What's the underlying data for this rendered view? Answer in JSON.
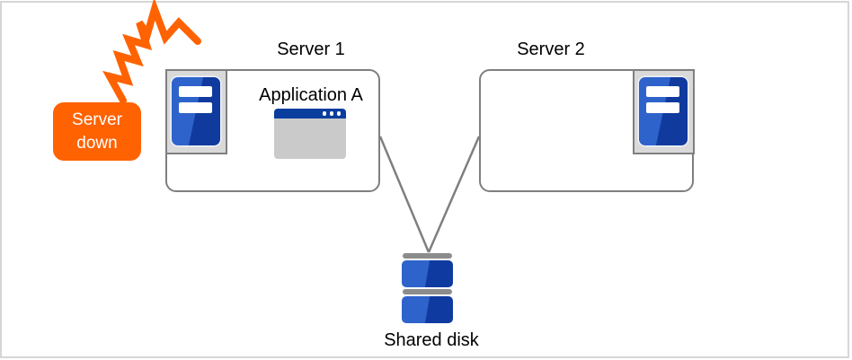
{
  "diagram": {
    "type": "cluster-failover-diagram",
    "alert": {
      "label": "Server down",
      "fill_color": "#ff6200",
      "text_color": "#ffffff"
    },
    "server1": {
      "label": "Server 1",
      "application_label": "Application A"
    },
    "server2": {
      "label": "Server 2"
    },
    "shared_disk": {
      "label": "Shared disk"
    },
    "connections": [
      {
        "from": "server1",
        "to": "shared_disk"
      },
      {
        "from": "server2",
        "to": "shared_disk"
      }
    ],
    "colors": {
      "explosion_orange": "#ff6200",
      "box_border_gray": "#7f7f7f",
      "connector_gray": "#7f7f7f",
      "icon_panel_gray": "#d9d9d9",
      "server_blue_light": "#2e63cb",
      "server_blue_dark": "#103a9e",
      "window_title_blue": "#0a3e9e",
      "window_body_gray": "#cacaca",
      "disk_bar_gray": "#8c8c8c",
      "canvas_border": "#d6d6d6",
      "label_text": "#000000"
    }
  }
}
